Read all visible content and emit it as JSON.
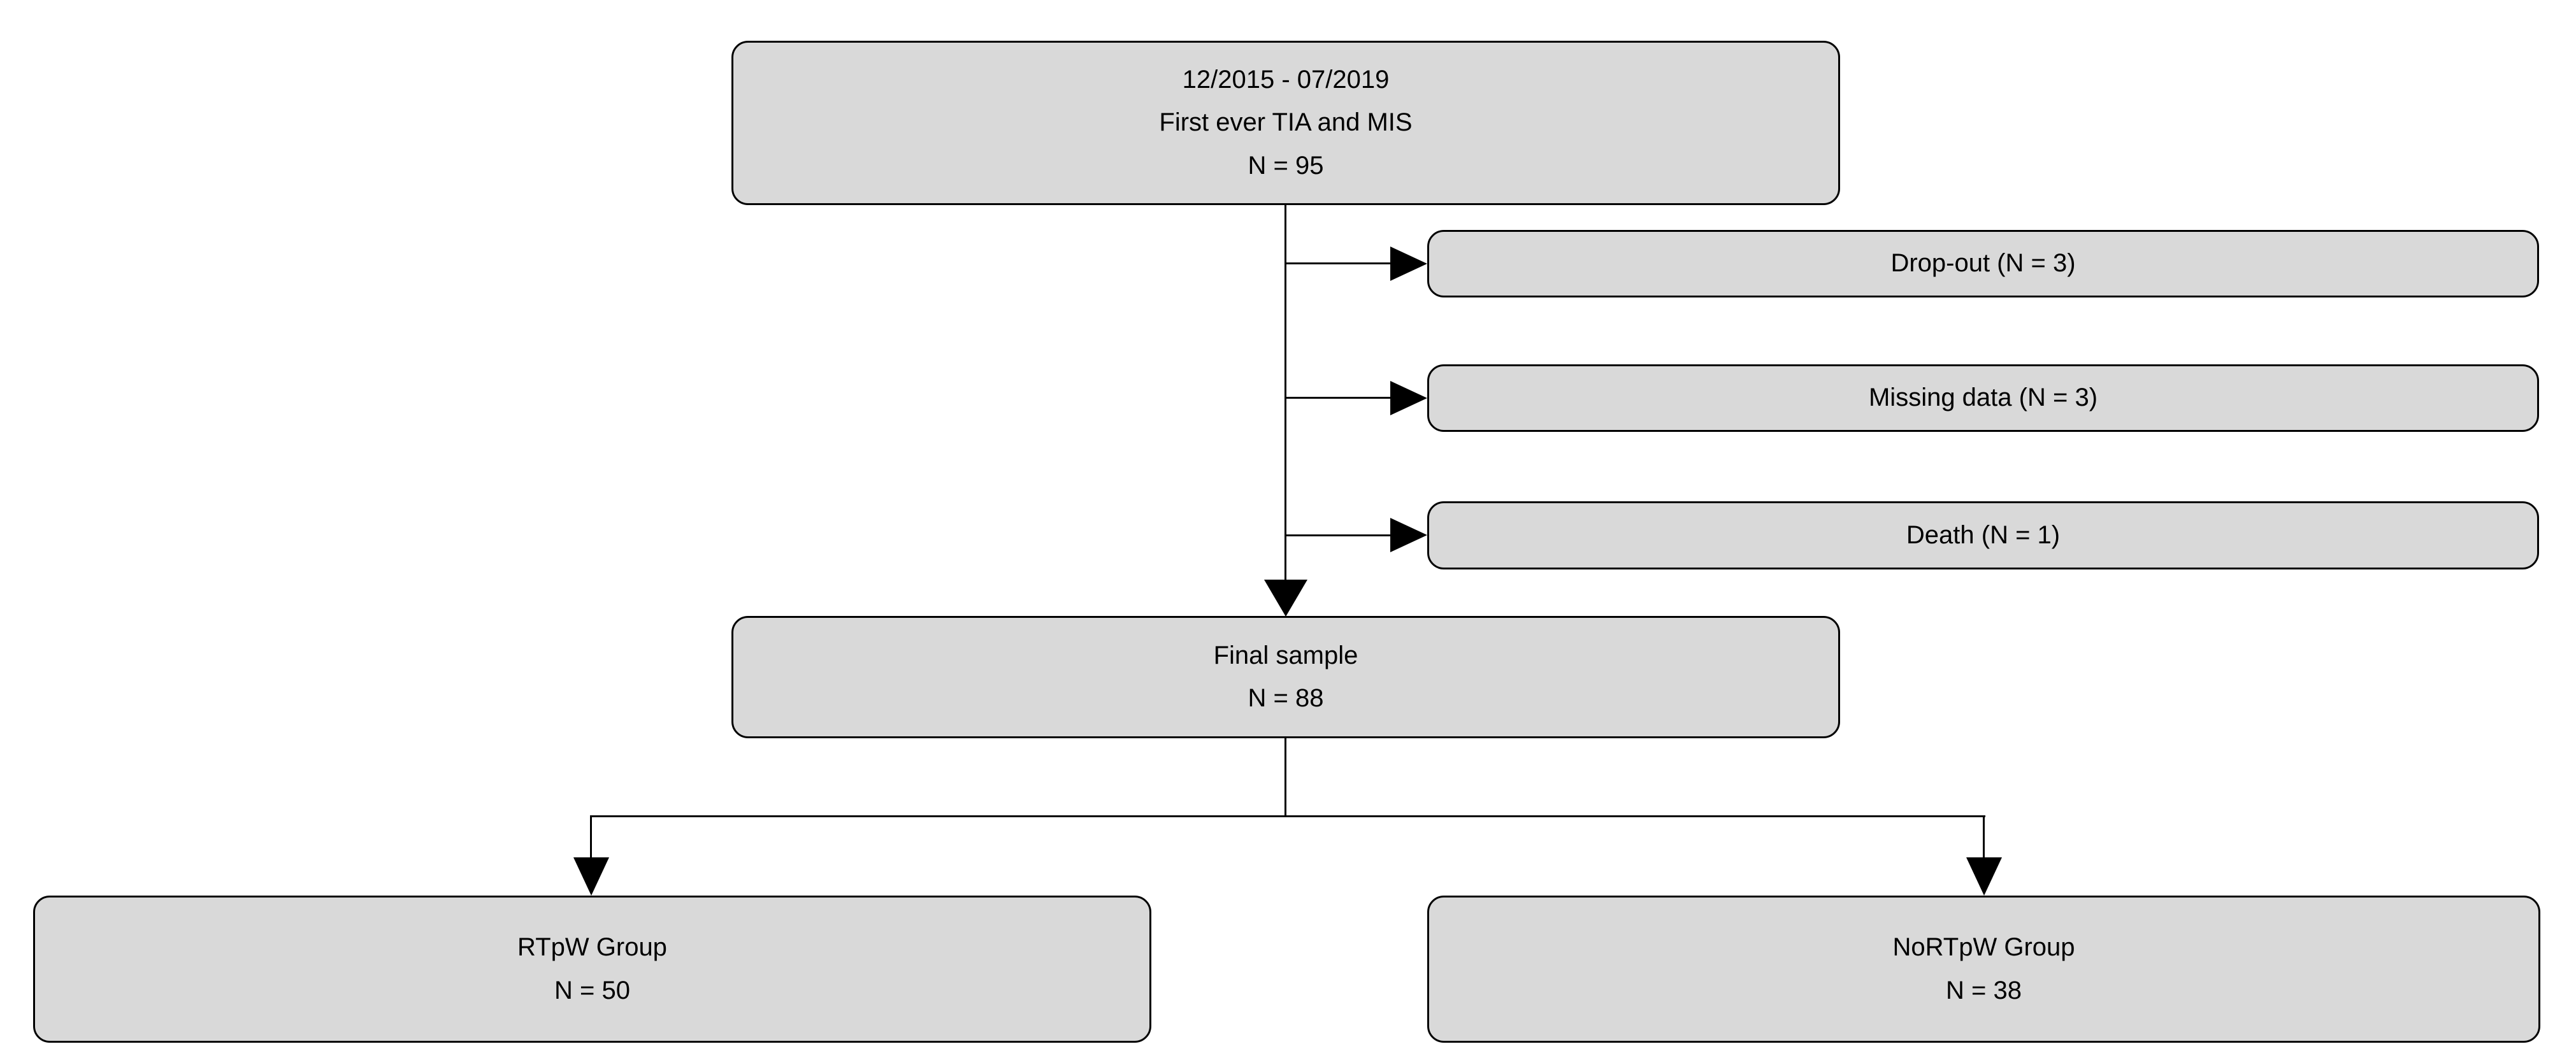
{
  "diagram": {
    "type": "flowchart",
    "background_color": "#ffffff",
    "box_fill_color": "#d9d9d9",
    "box_border_color": "#000000",
    "connector_color": "#000000",
    "text_color": "#000000",
    "nodes": {
      "source": {
        "lines": [
          "12/2015 - 07/2019",
          "First ever TIA and MIS",
          "N = 95"
        ]
      },
      "dropout": {
        "label": "Drop-out (N = 3)"
      },
      "missing_data": {
        "label": "Missing data (N = 3)"
      },
      "death": {
        "label": "Death (N = 1)"
      },
      "final_sample": {
        "lines": [
          "Final sample",
          "N = 88"
        ]
      },
      "rtpw_group": {
        "lines": [
          "RTpW Group",
          "N = 50"
        ]
      },
      "nortpw_group": {
        "lines": [
          "NoRTpW Group",
          "N = 38"
        ]
      }
    }
  }
}
